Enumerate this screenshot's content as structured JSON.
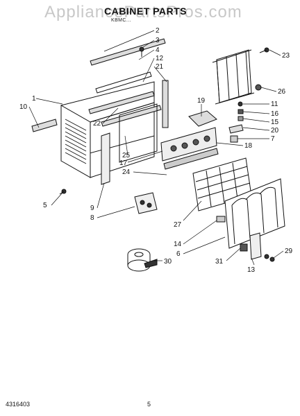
{
  "header": {
    "watermark": "AppliancePartsPros.com",
    "title": "CABINET PARTS",
    "subtitle": "KBMC..."
  },
  "callouts": [
    {
      "id": "2",
      "label": "2"
    },
    {
      "id": "3",
      "label": "3"
    },
    {
      "id": "4",
      "label": "4"
    },
    {
      "id": "12",
      "label": "12"
    },
    {
      "id": "21",
      "label": "21"
    },
    {
      "id": "1",
      "label": "1"
    },
    {
      "id": "10",
      "label": "10"
    },
    {
      "id": "22",
      "label": "22"
    },
    {
      "id": "25",
      "label": "25"
    },
    {
      "id": "17",
      "label": "17"
    },
    {
      "id": "24",
      "label": "24"
    },
    {
      "id": "5",
      "label": "5"
    },
    {
      "id": "9",
      "label": "9"
    },
    {
      "id": "8",
      "label": "8"
    },
    {
      "id": "23",
      "label": "23"
    },
    {
      "id": "26",
      "label": "26"
    },
    {
      "id": "11",
      "label": "11"
    },
    {
      "id": "19",
      "label": "19"
    },
    {
      "id": "16",
      "label": "16"
    },
    {
      "id": "15",
      "label": "15"
    },
    {
      "id": "20",
      "label": "20"
    },
    {
      "id": "7",
      "label": "7"
    },
    {
      "id": "18",
      "label": "18"
    },
    {
      "id": "27",
      "label": "27"
    },
    {
      "id": "14",
      "label": "14"
    },
    {
      "id": "6",
      "label": "6"
    },
    {
      "id": "31",
      "label": "31"
    },
    {
      "id": "29",
      "label": "29"
    },
    {
      "id": "13",
      "label": "13"
    },
    {
      "id": "30",
      "label": "30"
    }
  ],
  "footer": {
    "doc_number": "4316403",
    "page_number": "5"
  }
}
